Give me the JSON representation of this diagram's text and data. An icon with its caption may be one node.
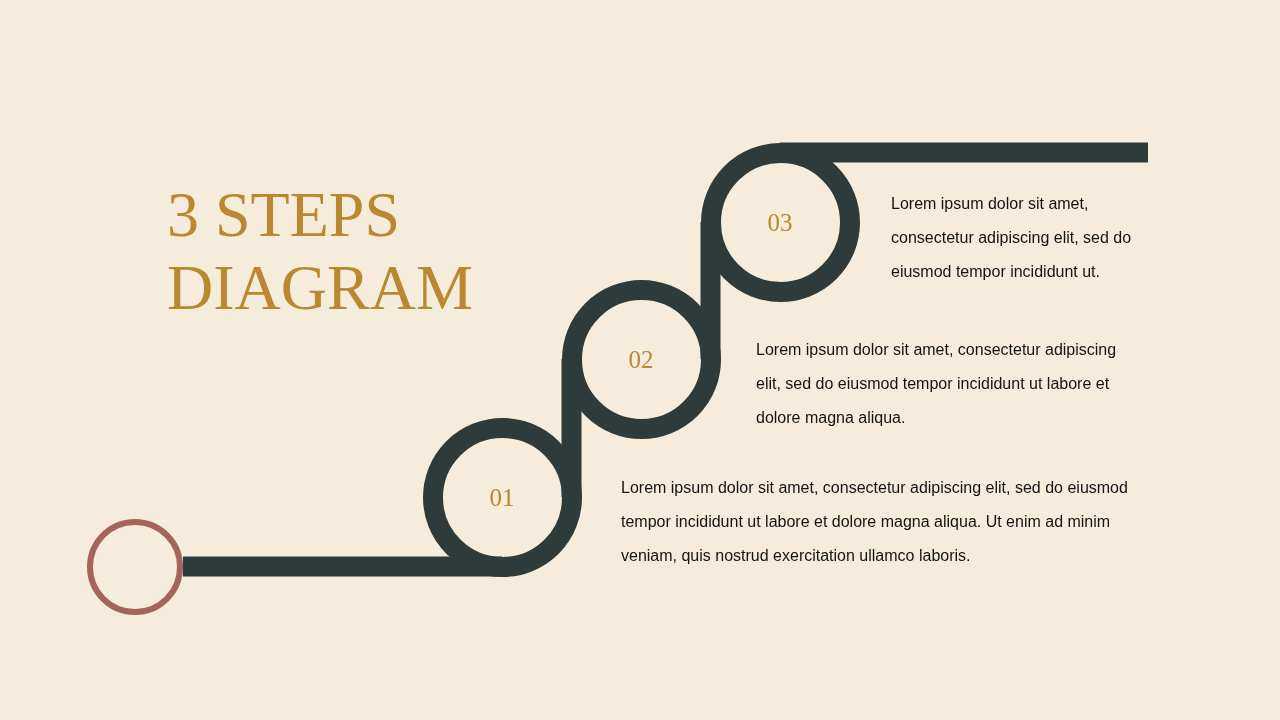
{
  "diagram": {
    "title": "3 STEPS DIAGRAM",
    "nodes": [
      {
        "text": [],
        "shape": "circle"
      },
      {
        "text": [
          "01"
        ],
        "beside": [
          "Lorem ipsum dolor sit amet, consectetur adipiscing elit, sed do eiusmod tempor incididunt ut labore et dolore magna aliqua. Ut enim ad minim veniam, quis nostrud exercitation ullamco laboris."
        ]
      },
      {
        "text": [
          "02"
        ],
        "beside": [
          "Lorem ipsum dolor sit amet, consectetur adipiscing elit, sed do eiusmod tempor incididunt ut labore et dolore magna aliqua."
        ]
      },
      {
        "text": [
          "03"
        ],
        "beside": [
          "Lorem ipsum dolor sit amet, consectetur adipiscing elit, sed do eiusmod tempor incididunt ut."
        ]
      }
    ],
    "edges": [
      {
        "from": 0,
        "to": 1,
        "arrow": "none"
      },
      {
        "from": 1,
        "to": 2,
        "arrow": "none"
      },
      {
        "from": 2,
        "to": 3,
        "arrow": "none"
      },
      {
        "from": 3,
        "to": null,
        "arrow": "none"
      }
    ]
  }
}
